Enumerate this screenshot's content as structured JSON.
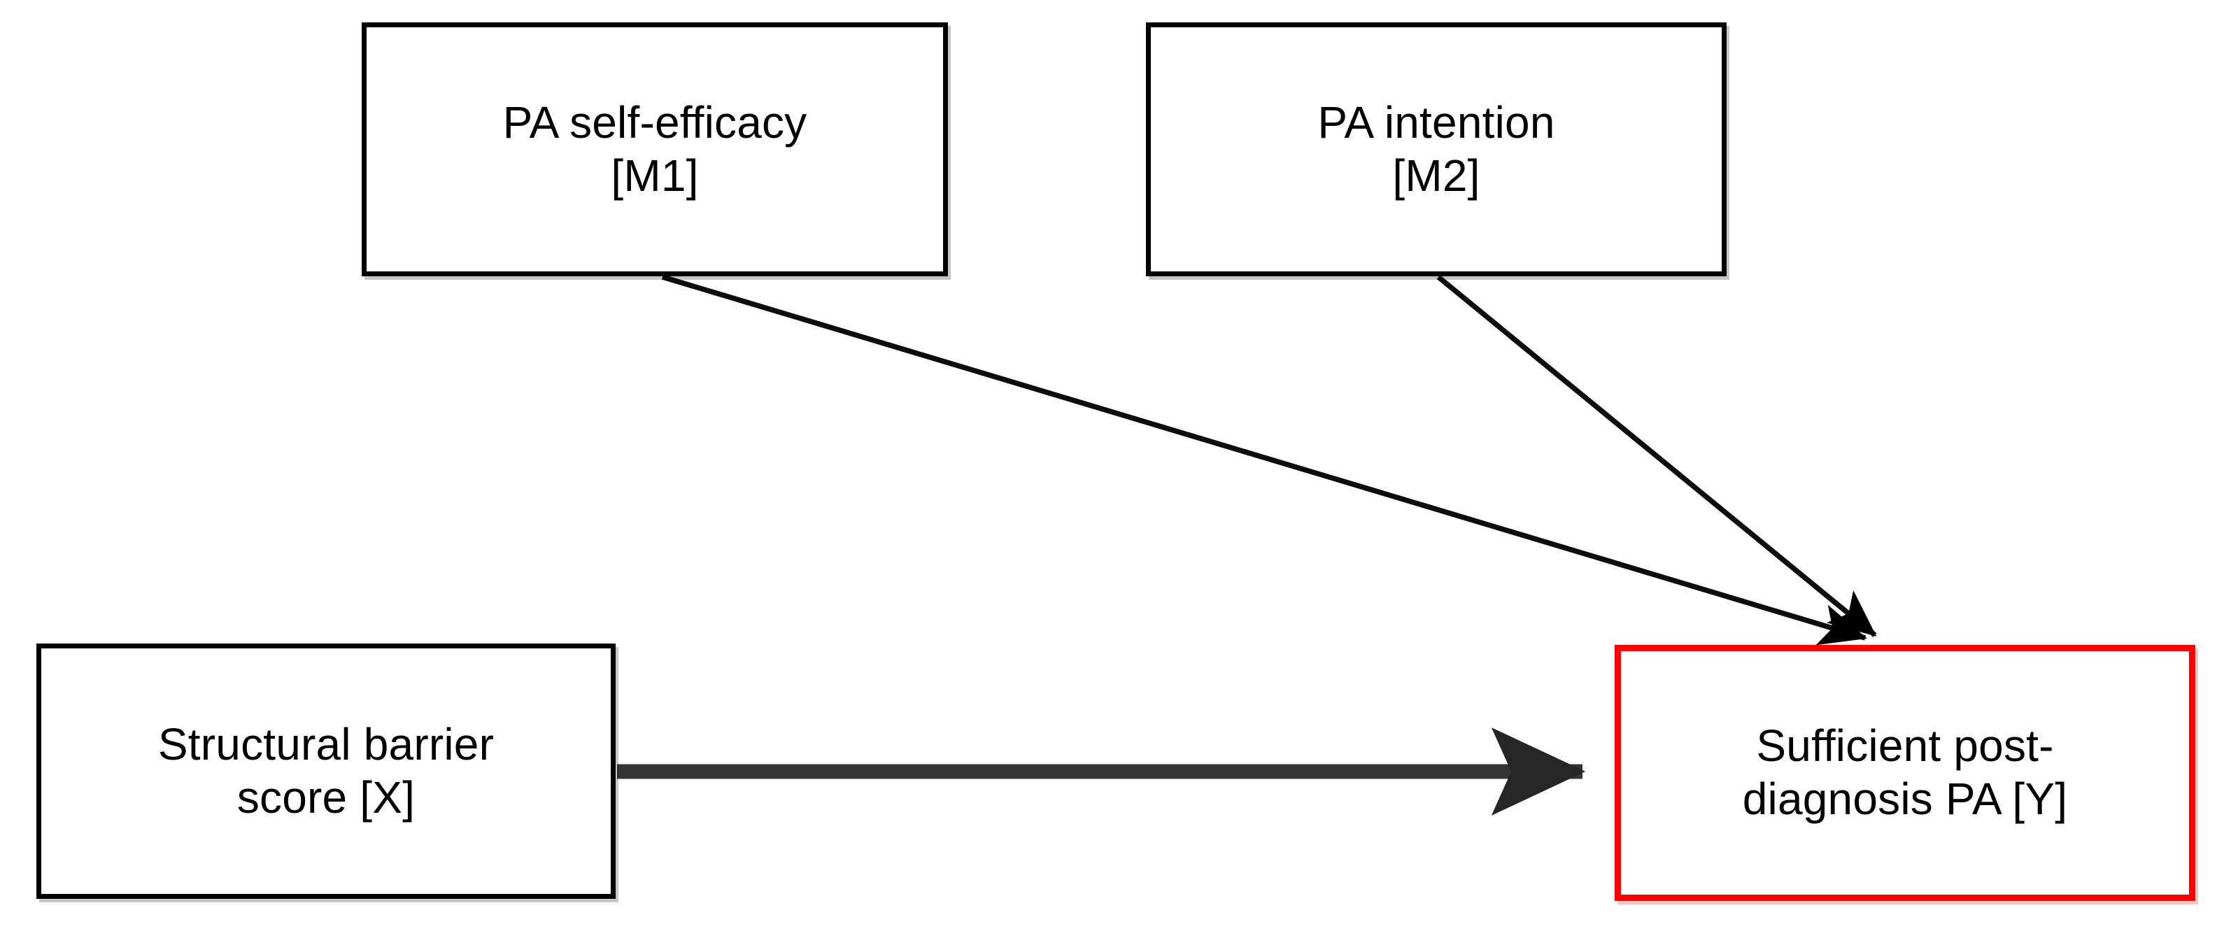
{
  "diagram": {
    "type": "mediation-path-model",
    "background_color": "#ffffff",
    "nodes": [
      {
        "id": "M1",
        "name": "pa-self-efficacy",
        "line1": "PA self-efficacy",
        "line2": "[M1]",
        "label": "PA self-efficacy\n[M1]",
        "role": "mediator",
        "border_color": "#000000"
      },
      {
        "id": "M2",
        "name": "pa-intention",
        "line1": "PA intention",
        "line2": "[M2]",
        "label": "PA intention\n[M2]",
        "role": "mediator",
        "border_color": "#000000"
      },
      {
        "id": "X",
        "name": "structural-barrier-score",
        "line1": "Structural barrier",
        "line2": "score [X]",
        "label": "Structural barrier\nscore [X]",
        "role": "predictor",
        "border_color": "#000000"
      },
      {
        "id": "Y",
        "name": "sufficient-post-diagnosis-pa",
        "line1": "Sufficient post-",
        "line2": "diagnosis PA [Y]",
        "label": "Sufficient post-\ndiagnosis PA [Y]",
        "role": "outcome",
        "border_color": "#ff0000"
      }
    ],
    "edges": [
      {
        "id": "e1",
        "name": "arrow-m1-to-y",
        "from": "M1",
        "to": "Y",
        "style": "thin",
        "color": "#000000",
        "label": ""
      },
      {
        "id": "e2",
        "name": "arrow-m2-to-y",
        "from": "M2",
        "to": "Y",
        "style": "thin",
        "color": "#000000",
        "label": ""
      },
      {
        "id": "e3",
        "name": "arrow-x-to-y",
        "from": "X",
        "to": "Y",
        "style": "thick",
        "color": "#333333",
        "label": ""
      }
    ]
  }
}
